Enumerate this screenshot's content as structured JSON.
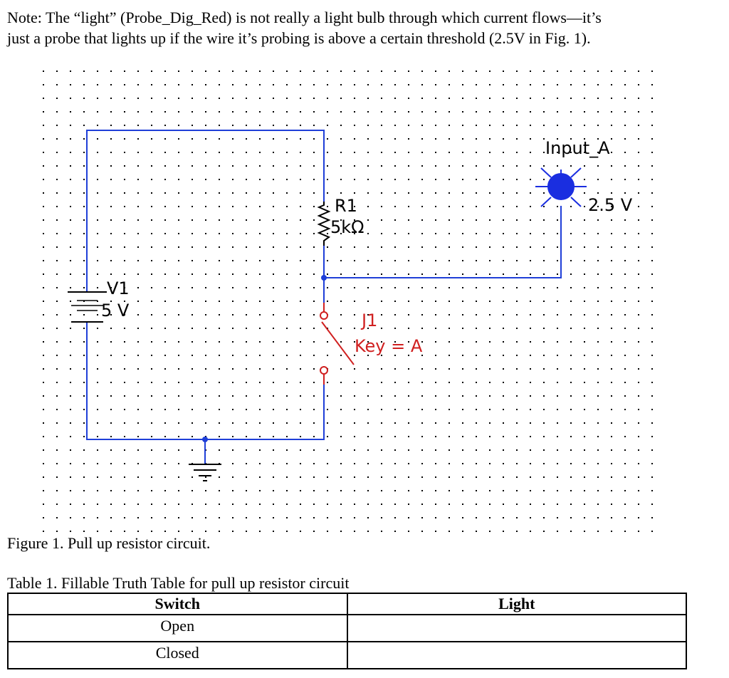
{
  "note": {
    "line1": "Note: The “light” (Probe_Dig_Red) is not really a light bulb through which current flows—it’s",
    "line2": "just a probe that lights up if the wire it’s probing is above a certain threshold (2.5V in Fig. 1)."
  },
  "schematic": {
    "battery_name": "V1",
    "battery_value": "5 V",
    "resistor_name": "R1",
    "resistor_value": "5kΩ",
    "switch_name": "J1",
    "switch_key": "Key = A",
    "probe_name": "Input_A",
    "probe_threshold": "2.5 V",
    "colors": {
      "wire": "#1f3fd8",
      "switch": "#d02020",
      "probe": "#1a2ee0",
      "grid_dot": "#000000"
    }
  },
  "figure_caption": "Figure 1. Pull up resistor circuit.",
  "table_caption": "Table 1. Fillable Truth Table for pull up resistor circuit",
  "table": {
    "headers": [
      "Switch",
      "Light"
    ],
    "rows": [
      [
        "Open",
        ""
      ],
      [
        "Closed",
        ""
      ]
    ]
  }
}
